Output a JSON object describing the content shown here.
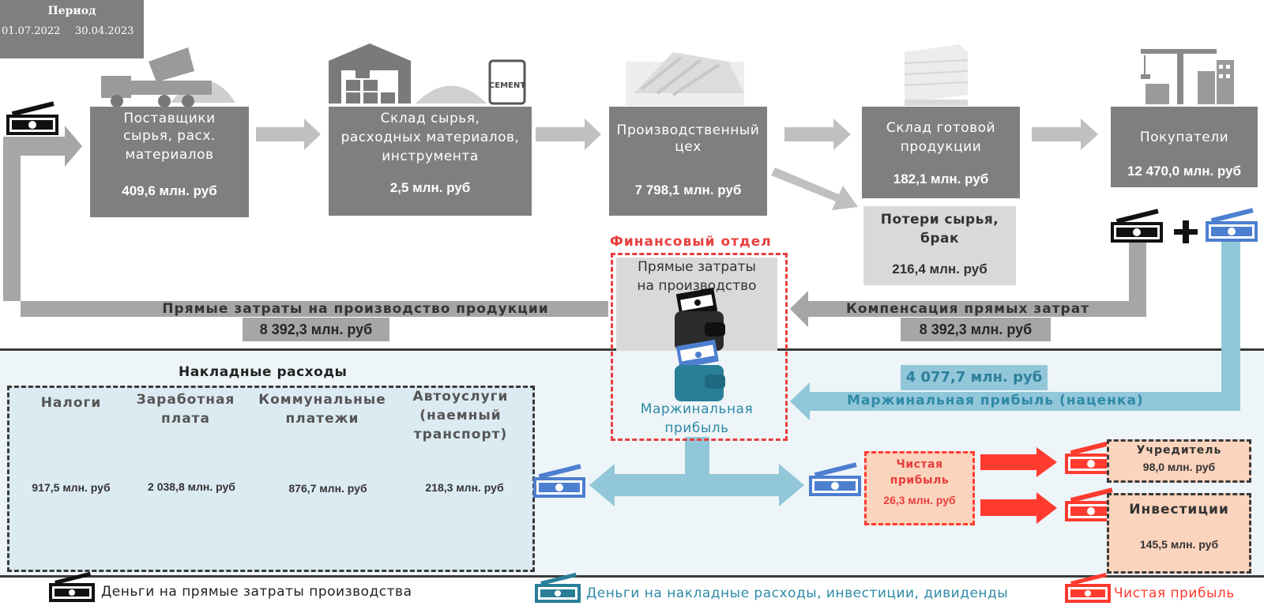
{
  "period": {
    "title": "Период",
    "start": "01.07.2022",
    "end": "30.04.2023"
  },
  "flow": {
    "suppliers": {
      "label_lines": [
        "Поставщики",
        "сырья, расх.",
        "материалов"
      ],
      "value": "409,6 млн. руб"
    },
    "raw_warehouse": {
      "label_lines": [
        "Склад сырья,",
        "расходных материалов,",
        "инструмента"
      ],
      "value": "2,5 млн. руб"
    },
    "production": {
      "label_lines": [
        "Производственный",
        "цех"
      ],
      "value": "7 798,1 млн. руб"
    },
    "finished_warehouse": {
      "label_lines": [
        "Склад готовой",
        "продукции"
      ],
      "value": "182,1 млн. руб"
    },
    "customers": {
      "label_lines": [
        "Покупатели"
      ],
      "value": "12 470,0 млн. руб"
    },
    "losses": {
      "label_lines": [
        "Потери сырья,",
        "брак"
      ],
      "value": "216,4 млн. руб"
    }
  },
  "cement_label": "CEMENT",
  "direct_costs": {
    "label": "Прямые затраты на производство продукции",
    "value": "8 392,3 млн. руб"
  },
  "compensation": {
    "label": "Компенсация прямых затрат",
    "value": "8 392,3 млн. руб"
  },
  "finance": {
    "title": "Финансовый отдел",
    "direct_lines": [
      "Прямые затраты",
      "на производство"
    ],
    "margin_lines": [
      "Маржинальная",
      "прибыль"
    ]
  },
  "margin": {
    "value": "4 077,7 млн. руб",
    "label": "Маржинальная прибыль (наценка)"
  },
  "overhead": {
    "title": "Накладные расходы",
    "columns": [
      {
        "lines": [
          "Налоги"
        ],
        "value": "917,5 млн. руб"
      },
      {
        "lines": [
          "Заработная",
          "плата"
        ],
        "value": "2 038,8 млн. руб"
      },
      {
        "lines": [
          "Коммунальные",
          "платежи"
        ],
        "value": "876,7 млн. руб"
      },
      {
        "lines": [
          "Автоуслуги",
          "(наемный",
          "транспорт)"
        ],
        "value": "218,3 млн. руб"
      }
    ]
  },
  "net_profit": {
    "lines": [
      "Чистая",
      "прибыль"
    ],
    "value": "26,3 млн. руб"
  },
  "founder": {
    "label": "Учредитель",
    "value": "98,0 млн. руб"
  },
  "investments": {
    "label": "Инвестиции",
    "value": "145,5 млн. руб"
  },
  "legend": {
    "direct": "Деньги на прямые затраты производства",
    "overhead": "Деньги на накладные расходы, инвестиции, дивиденды",
    "profit": "Чистая прибыль"
  },
  "colors": {
    "box": "#7f7f7f",
    "arrow": "#a6a6a6",
    "blue": "#92c7da",
    "red": "#ff3b30",
    "navy_money": "#4d7fd0"
  }
}
